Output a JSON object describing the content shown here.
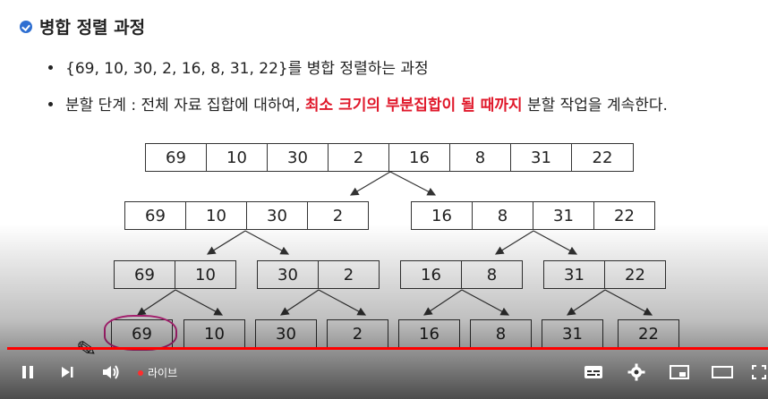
{
  "slide": {
    "title": "병합 정렬 과정",
    "bullet1": "{69, 10, 30, 2, 16, 8, 31, 22}를 병합 정렬하는 과정",
    "bullet2_prefix": "분할 단계 : 전체 자료 집합에 대하여, ",
    "bullet2_highlight": "최소 크기의 부분집합이 될 때까지",
    "bullet2_suffix": " 분할 작업을 계속한다.",
    "highlight_color": "#e0192b",
    "level0": [
      "69",
      "10",
      "30",
      "2",
      "16",
      "8",
      "31",
      "22"
    ],
    "level1": [
      [
        "69",
        "10",
        "30",
        "2"
      ],
      [
        "16",
        "8",
        "31",
        "22"
      ]
    ],
    "level2": [
      [
        "69",
        "10"
      ],
      [
        "30",
        "2"
      ],
      [
        "16",
        "8"
      ],
      [
        "31",
        "22"
      ]
    ],
    "level3": [
      "69",
      "10",
      "30",
      "2",
      "16",
      "8",
      "31",
      "22"
    ],
    "annotation_color": "#d6298f"
  },
  "player": {
    "live_label": "라이브",
    "progress_color": "#ff0000",
    "icons": [
      "pause-icon",
      "next-icon",
      "volume-icon",
      "subtitles-icon",
      "settings-icon",
      "miniplayer-icon",
      "theater-icon",
      "fullscreen-icon"
    ]
  }
}
